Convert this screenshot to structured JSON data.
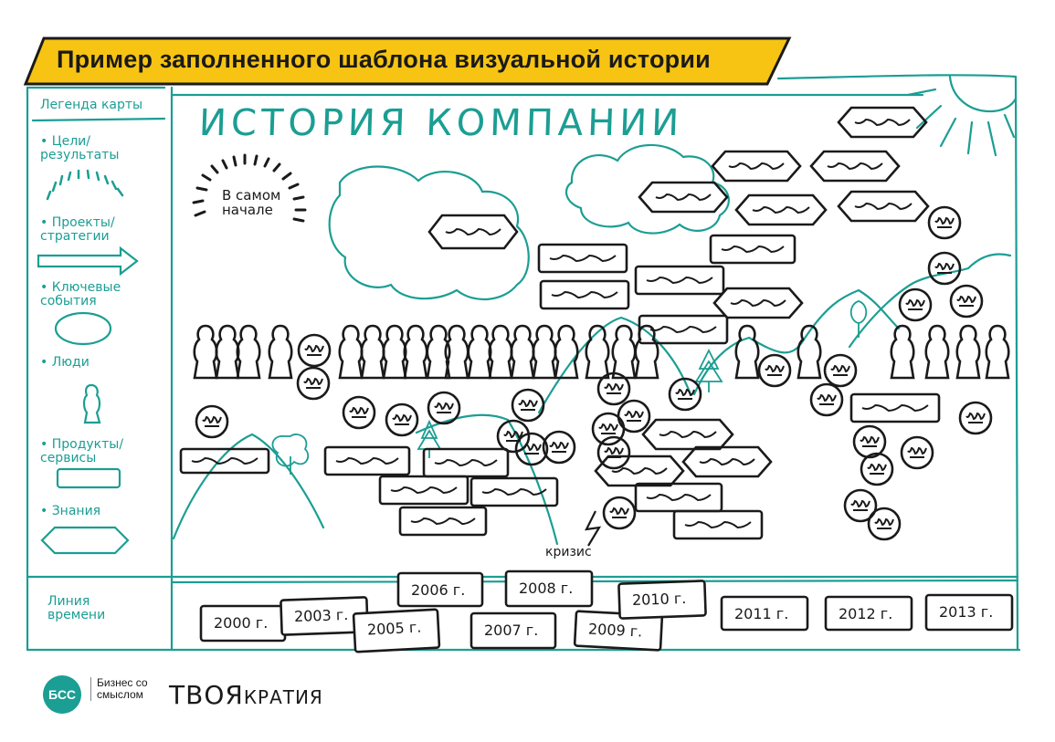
{
  "banner": {
    "title": "Пример заполненного шаблона визуальной истории",
    "color": "#f7c413"
  },
  "legend": {
    "header": "Легенда карты",
    "goals": "• Цели/\nрезультаты",
    "projects": "• Проекты/\nстратегии",
    "events": "• Ключевые\nсобытия",
    "people": "• Люди",
    "products": "• Продукты/\nсервисы",
    "knowledge": "• Знания",
    "timeline": "Линия\nвремени"
  },
  "map": {
    "title": "ИСТОРИЯ КОМПАНИИ",
    "gauge_label": "В самом\nначале",
    "crisis_label": "кризис",
    "accent_color": "#1b9e93",
    "sun_color": "#1b9e93"
  },
  "timeline": {
    "years": [
      "2000 г.",
      "2003 г.",
      "2005 г.",
      "2006 г.",
      "2007 г.",
      "2008 г.",
      "2009 г.",
      "2010 г.",
      "2011 г.",
      "2012 г.",
      "2013 г."
    ]
  },
  "footer": {
    "logo": "БСС",
    "company": "Бизнес со\nсмыслом",
    "brand_a": "ТВОЯ",
    "brand_b": "КРАТИЯ"
  }
}
